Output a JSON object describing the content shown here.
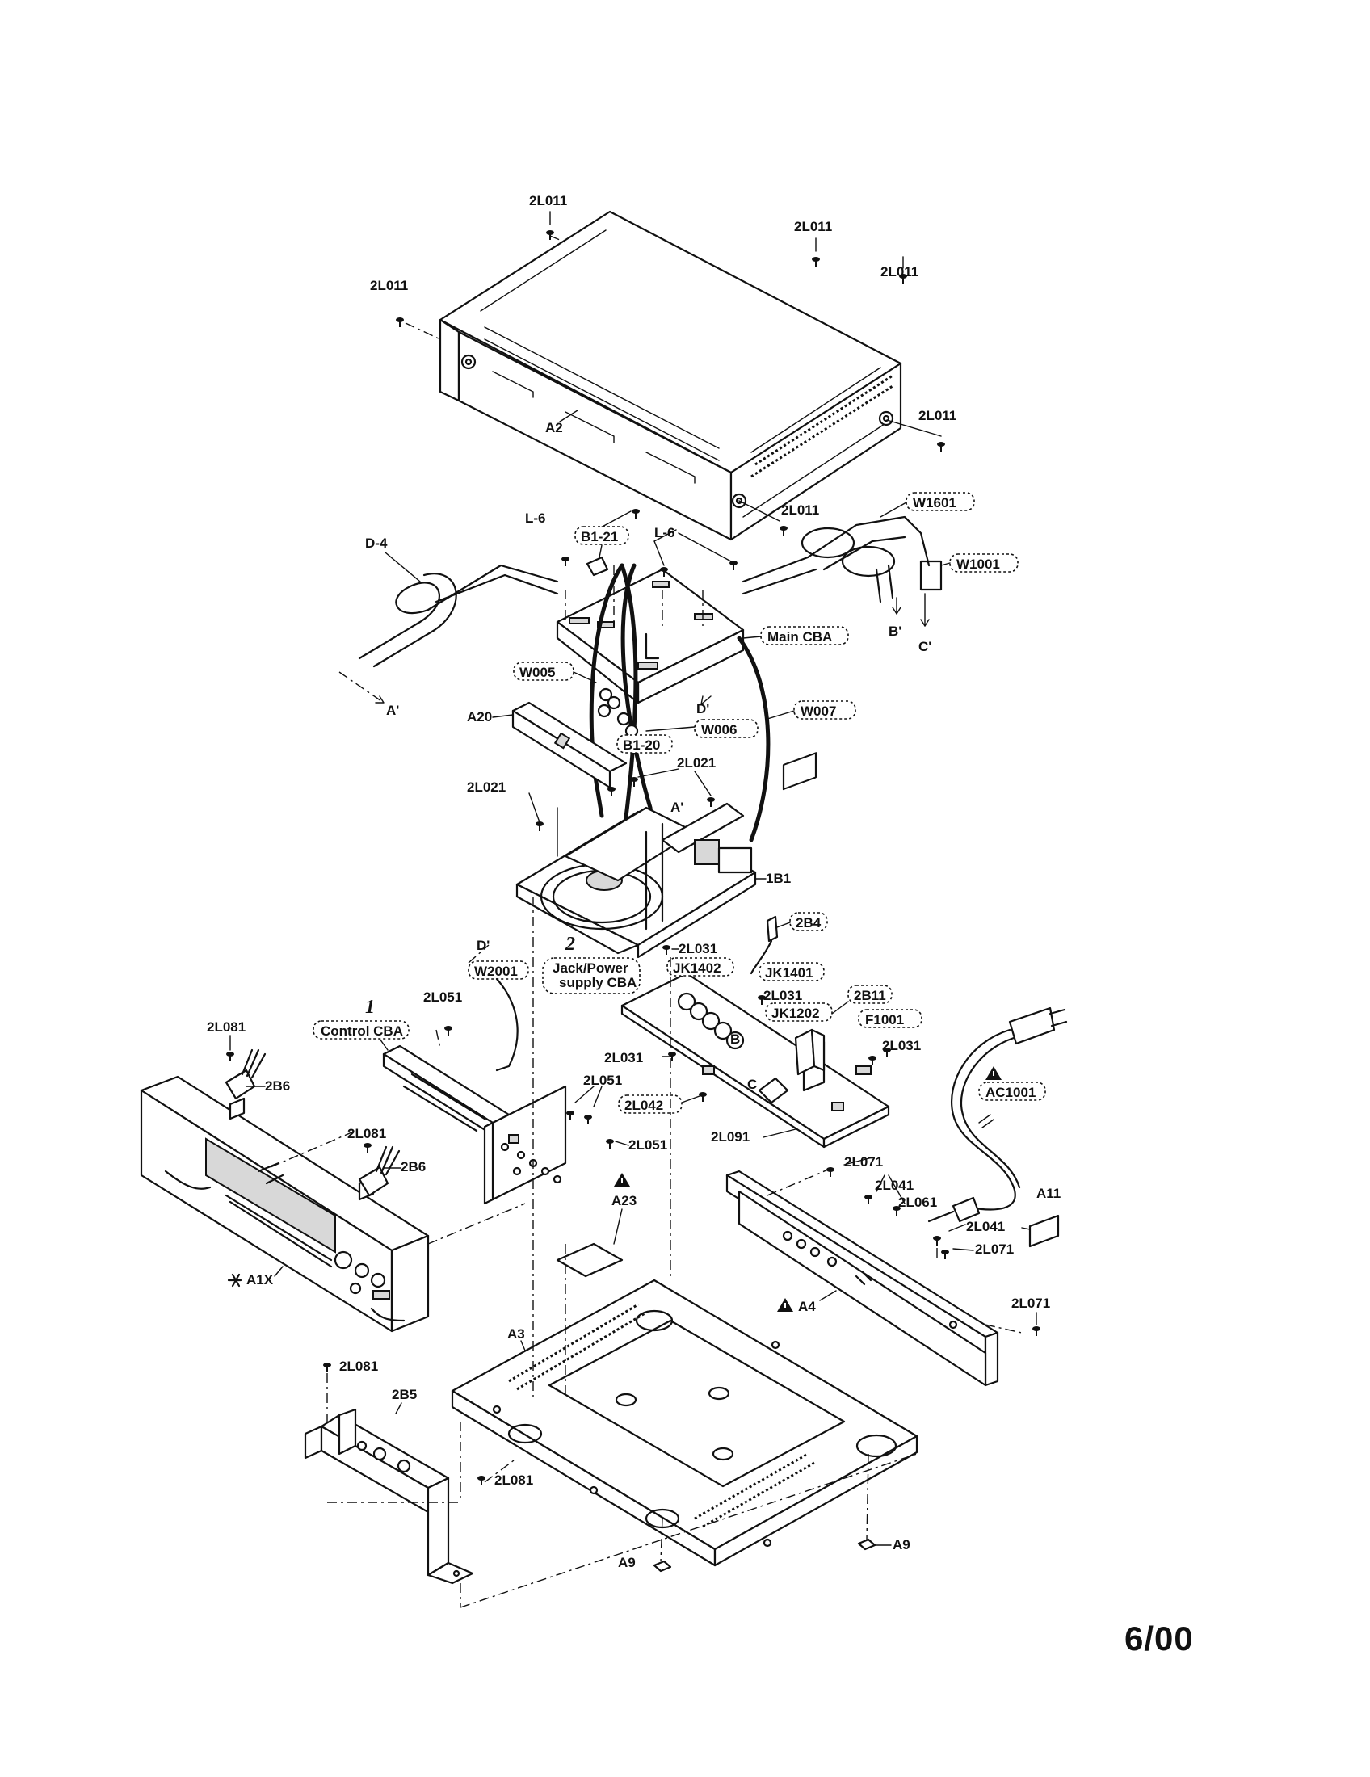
{
  "screws": {
    "top_cover": "2L011",
    "mechanism": "2L021",
    "jack_cba": "2L031",
    "rear_panel_a": "2L041",
    "rear_panel_b": "2L042",
    "control_cba": "2L051",
    "bracket_a": "2L061",
    "rear_panel_c": "2L071",
    "front_bracket": "2L081",
    "power_cba": "2L091"
  },
  "parts": {
    "top_cover": "A2",
    "bottom_chassis": "A3",
    "rear_panel": "A4",
    "front_panel": "A1X",
    "foot": "A9",
    "label_plate": "A11",
    "mech_bracket": "A20",
    "insulator": "A23",
    "dvd_mechanism": "1B1",
    "bracket_2b4": "2B4",
    "bracket_2b5": "2B5",
    "spring_2b6": "2B6",
    "bracket_2b11": "2B11",
    "holder_b1_21": "B1-21",
    "holder_b1_20": "B1-20",
    "screw_l6": "L-6",
    "flat_cable": "D-4"
  },
  "boxed": {
    "w1601": "W1601",
    "w1001": "W1001",
    "main_cba": "Main CBA",
    "w005": "W005",
    "w006": "W006",
    "w007": "W007",
    "w2001": "W2001",
    "control_cba": "Control CBA",
    "jack_power_cba": "Jack/Power\nsupply CBA",
    "jk1402": "JK1402",
    "jk1401": "JK1401",
    "jk1202": "JK1202",
    "f1001": "F1001",
    "ac1001": "AC1001",
    "b1_21": "B1-21",
    "b1_20": "B1-20",
    "b2_4": "2B4",
    "b2_11": "2B11",
    "l042": "2L042"
  },
  "connectors": {
    "a": "A'",
    "b": "B'",
    "c": "C'",
    "d": "D'",
    "b_plain": "B",
    "c_plain": "C"
  },
  "numbers": {
    "one": "1",
    "two": "2"
  },
  "page_code": "6/00"
}
